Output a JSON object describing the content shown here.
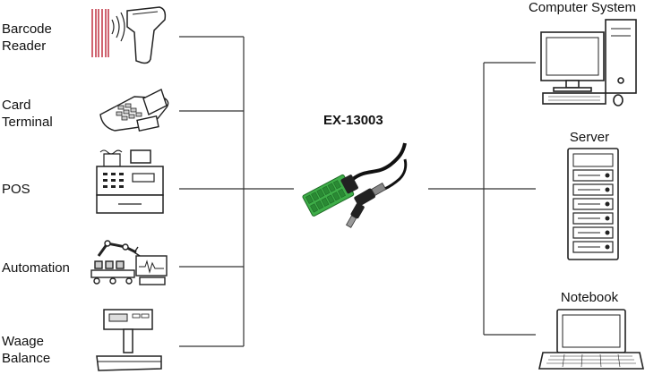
{
  "device": {
    "name": "EX-13003"
  },
  "left_devices": [
    {
      "lines": [
        "Barcode",
        "Reader"
      ],
      "icon": "barcode-reader-icon"
    },
    {
      "lines": [
        "Card",
        "Terminal"
      ],
      "icon": "card-terminal-icon"
    },
    {
      "lines": [
        "POS"
      ],
      "icon": "pos-register-icon"
    },
    {
      "lines": [
        "Automation"
      ],
      "icon": "robot-arm-icon"
    },
    {
      "lines": [
        "Waage",
        "Balance"
      ],
      "icon": "scale-icon"
    }
  ],
  "right_devices": [
    {
      "label": "Computer System",
      "icon": "desktop-computer-icon"
    },
    {
      "label": "Server",
      "icon": "server-rack-icon"
    },
    {
      "label": "Notebook",
      "icon": "laptop-icon"
    }
  ],
  "colors": {
    "line": "#333333",
    "terminal_green": "#3fae49",
    "icon_stroke": "#222222"
  }
}
